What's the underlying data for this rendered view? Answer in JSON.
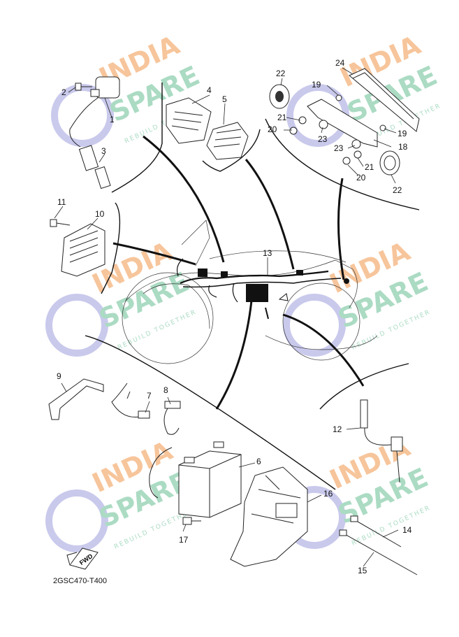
{
  "diagram": {
    "code": "2GSC470-T400",
    "fwd_label": "FWD",
    "watermark": {
      "word1": "INDIA",
      "word2": "SPARE",
      "tagline": "REBUILD TOGETHER",
      "color1": "#f5b27a",
      "color2": "#8fd0b0",
      "icon_color": "#b7b8e6"
    },
    "parts": [
      {
        "number": "1"
      },
      {
        "number": "2"
      },
      {
        "number": "3"
      },
      {
        "number": "4"
      },
      {
        "number": "5"
      },
      {
        "number": "6"
      },
      {
        "number": "7"
      },
      {
        "number": "8"
      },
      {
        "number": "9"
      },
      {
        "number": "10"
      },
      {
        "number": "11"
      },
      {
        "number": "12"
      },
      {
        "number": "13"
      },
      {
        "number": "14"
      },
      {
        "number": "15"
      },
      {
        "number": "16"
      },
      {
        "number": "17"
      },
      {
        "number": "18"
      },
      {
        "number": "19"
      },
      {
        "number": "20"
      },
      {
        "number": "21"
      },
      {
        "number": "22"
      },
      {
        "number": "23"
      },
      {
        "number": "24"
      }
    ],
    "duplicate_callouts": [
      "19",
      "20",
      "21",
      "22",
      "23"
    ]
  }
}
